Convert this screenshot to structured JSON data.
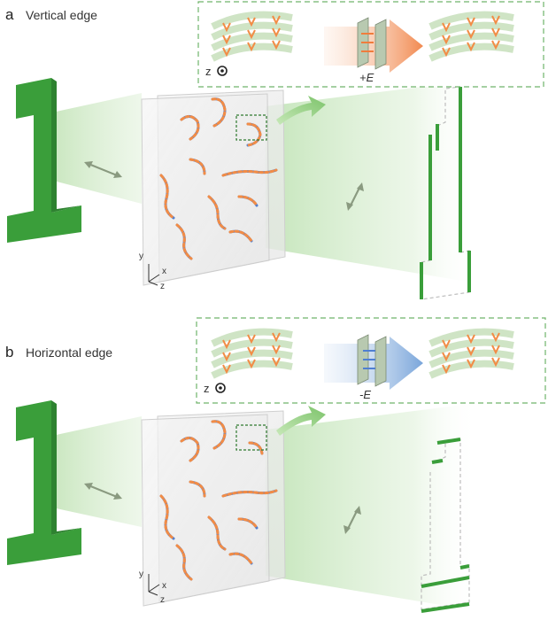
{
  "figure": {
    "panels": [
      {
        "letter": "a",
        "title": "Vertical edge",
        "inset_axis": "z",
        "field_label": "+E",
        "field_color": "#f07c3c",
        "axes": {
          "y": "y",
          "x": "x",
          "z": "z"
        }
      },
      {
        "letter": "b",
        "title": "Horizontal edge",
        "inset_axis": "z",
        "field_label": "-E",
        "field_color": "#6a9bd6",
        "axes": {
          "y": "y",
          "x": "x",
          "z": "z"
        }
      }
    ],
    "colors": {
      "object_green": "#3a9e3a",
      "beam_green": "#a8d89a",
      "inset_border": "#6fb36a",
      "helix_orange": "#f28c46",
      "helix_blue": "#4f7fd1",
      "arrow_gray": "#8a9a80"
    }
  }
}
